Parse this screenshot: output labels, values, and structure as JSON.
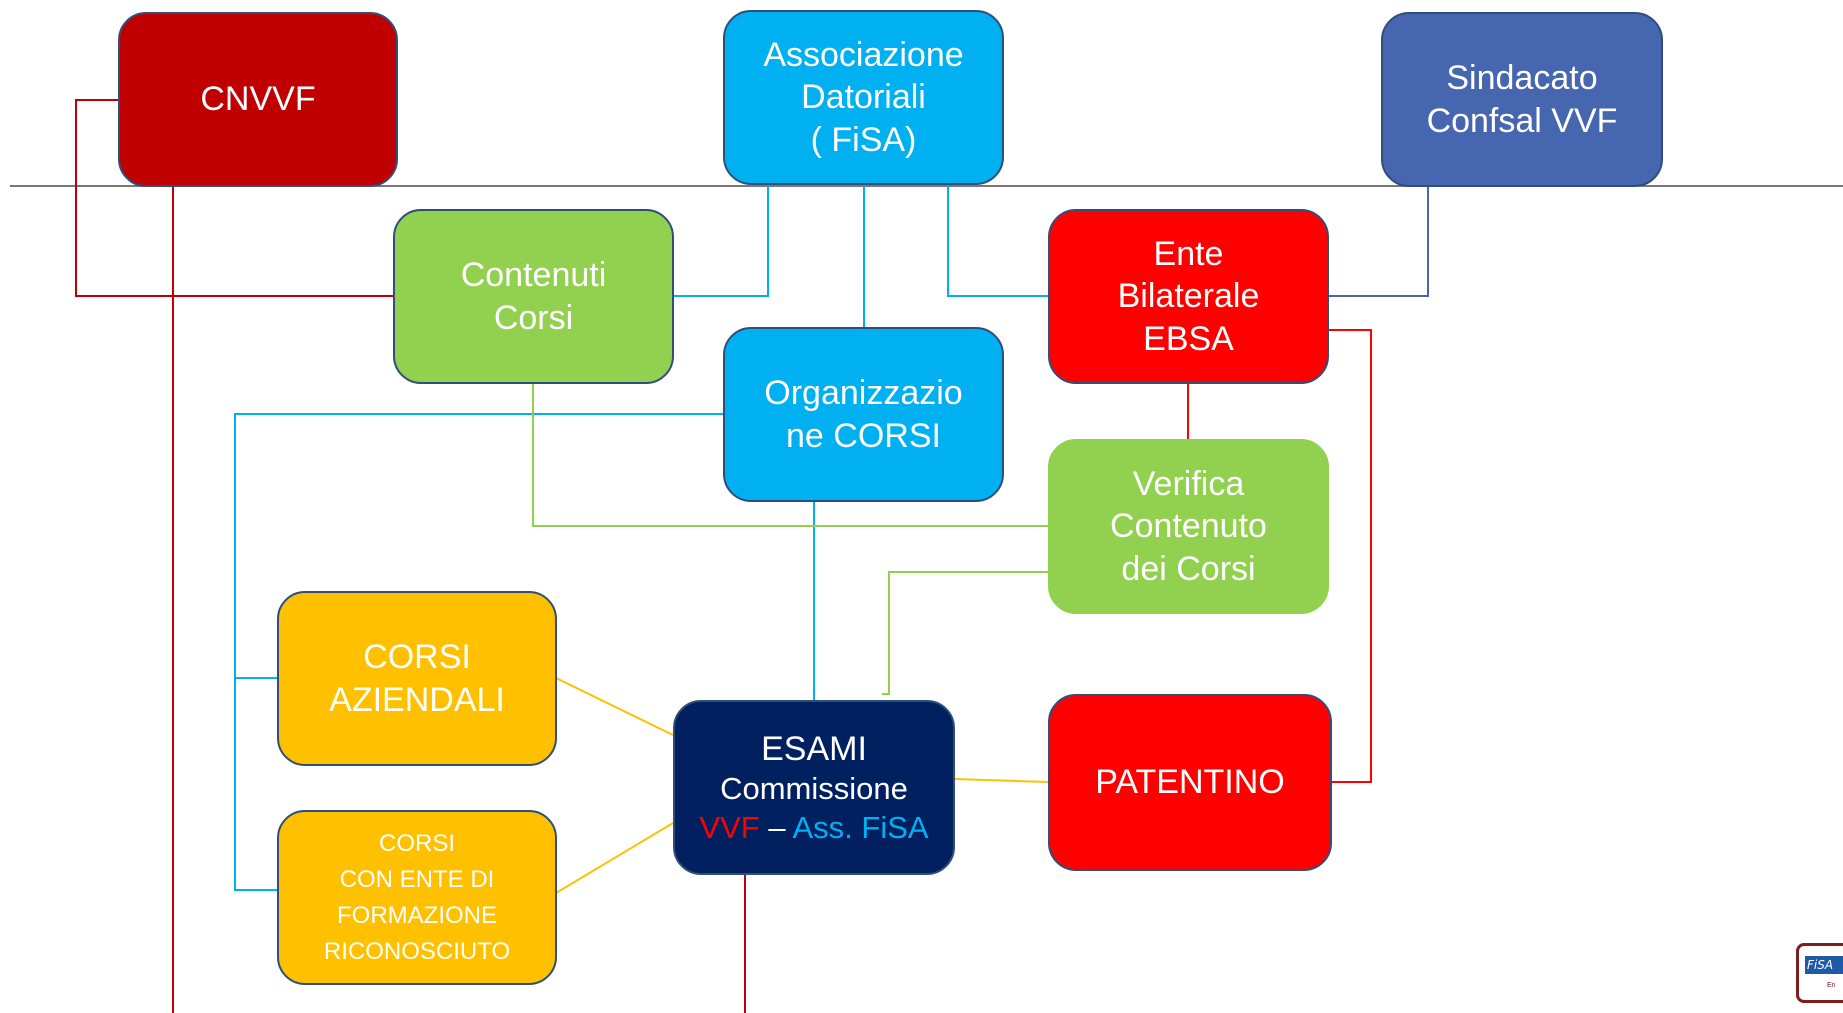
{
  "nodes": {
    "cnvvf": "CNVVF",
    "associazione": [
      "Associazione",
      "Datoriali",
      "( FiSA)"
    ],
    "sindacato": [
      "Sindacato",
      "Confsal VVF"
    ],
    "contenuti": [
      "Contenuti",
      "Corsi"
    ],
    "ente": [
      "Ente",
      "Bilaterale",
      "EBSA"
    ],
    "organizzazione": [
      "Organizzazio",
      "ne CORSI"
    ],
    "verifica": [
      "Verifica",
      "Contenuto",
      "dei Corsi"
    ],
    "corsi_aziendali": [
      "CORSI",
      "AZIENDALI"
    ],
    "esami": {
      "line1": "ESAMI",
      "line2": "Commissione",
      "vvf": "VVF",
      "dash": " – ",
      "fisa": "Ass. FiSA"
    },
    "patentino": "PATENTINO",
    "corsi_ente": [
      "CORSI",
      "CON ENTE DI",
      "FORMAZIONE",
      "RICONOSCIUTO"
    ]
  },
  "logo": {
    "text": "FiSA",
    "sub": "En"
  },
  "colors": {
    "dark_red": "#c00000",
    "cyan": "#00b0f0",
    "blue": "#4766b0",
    "green": "#92d050",
    "red": "#ff0000",
    "orange": "#ffc000",
    "navy": "#002060"
  }
}
